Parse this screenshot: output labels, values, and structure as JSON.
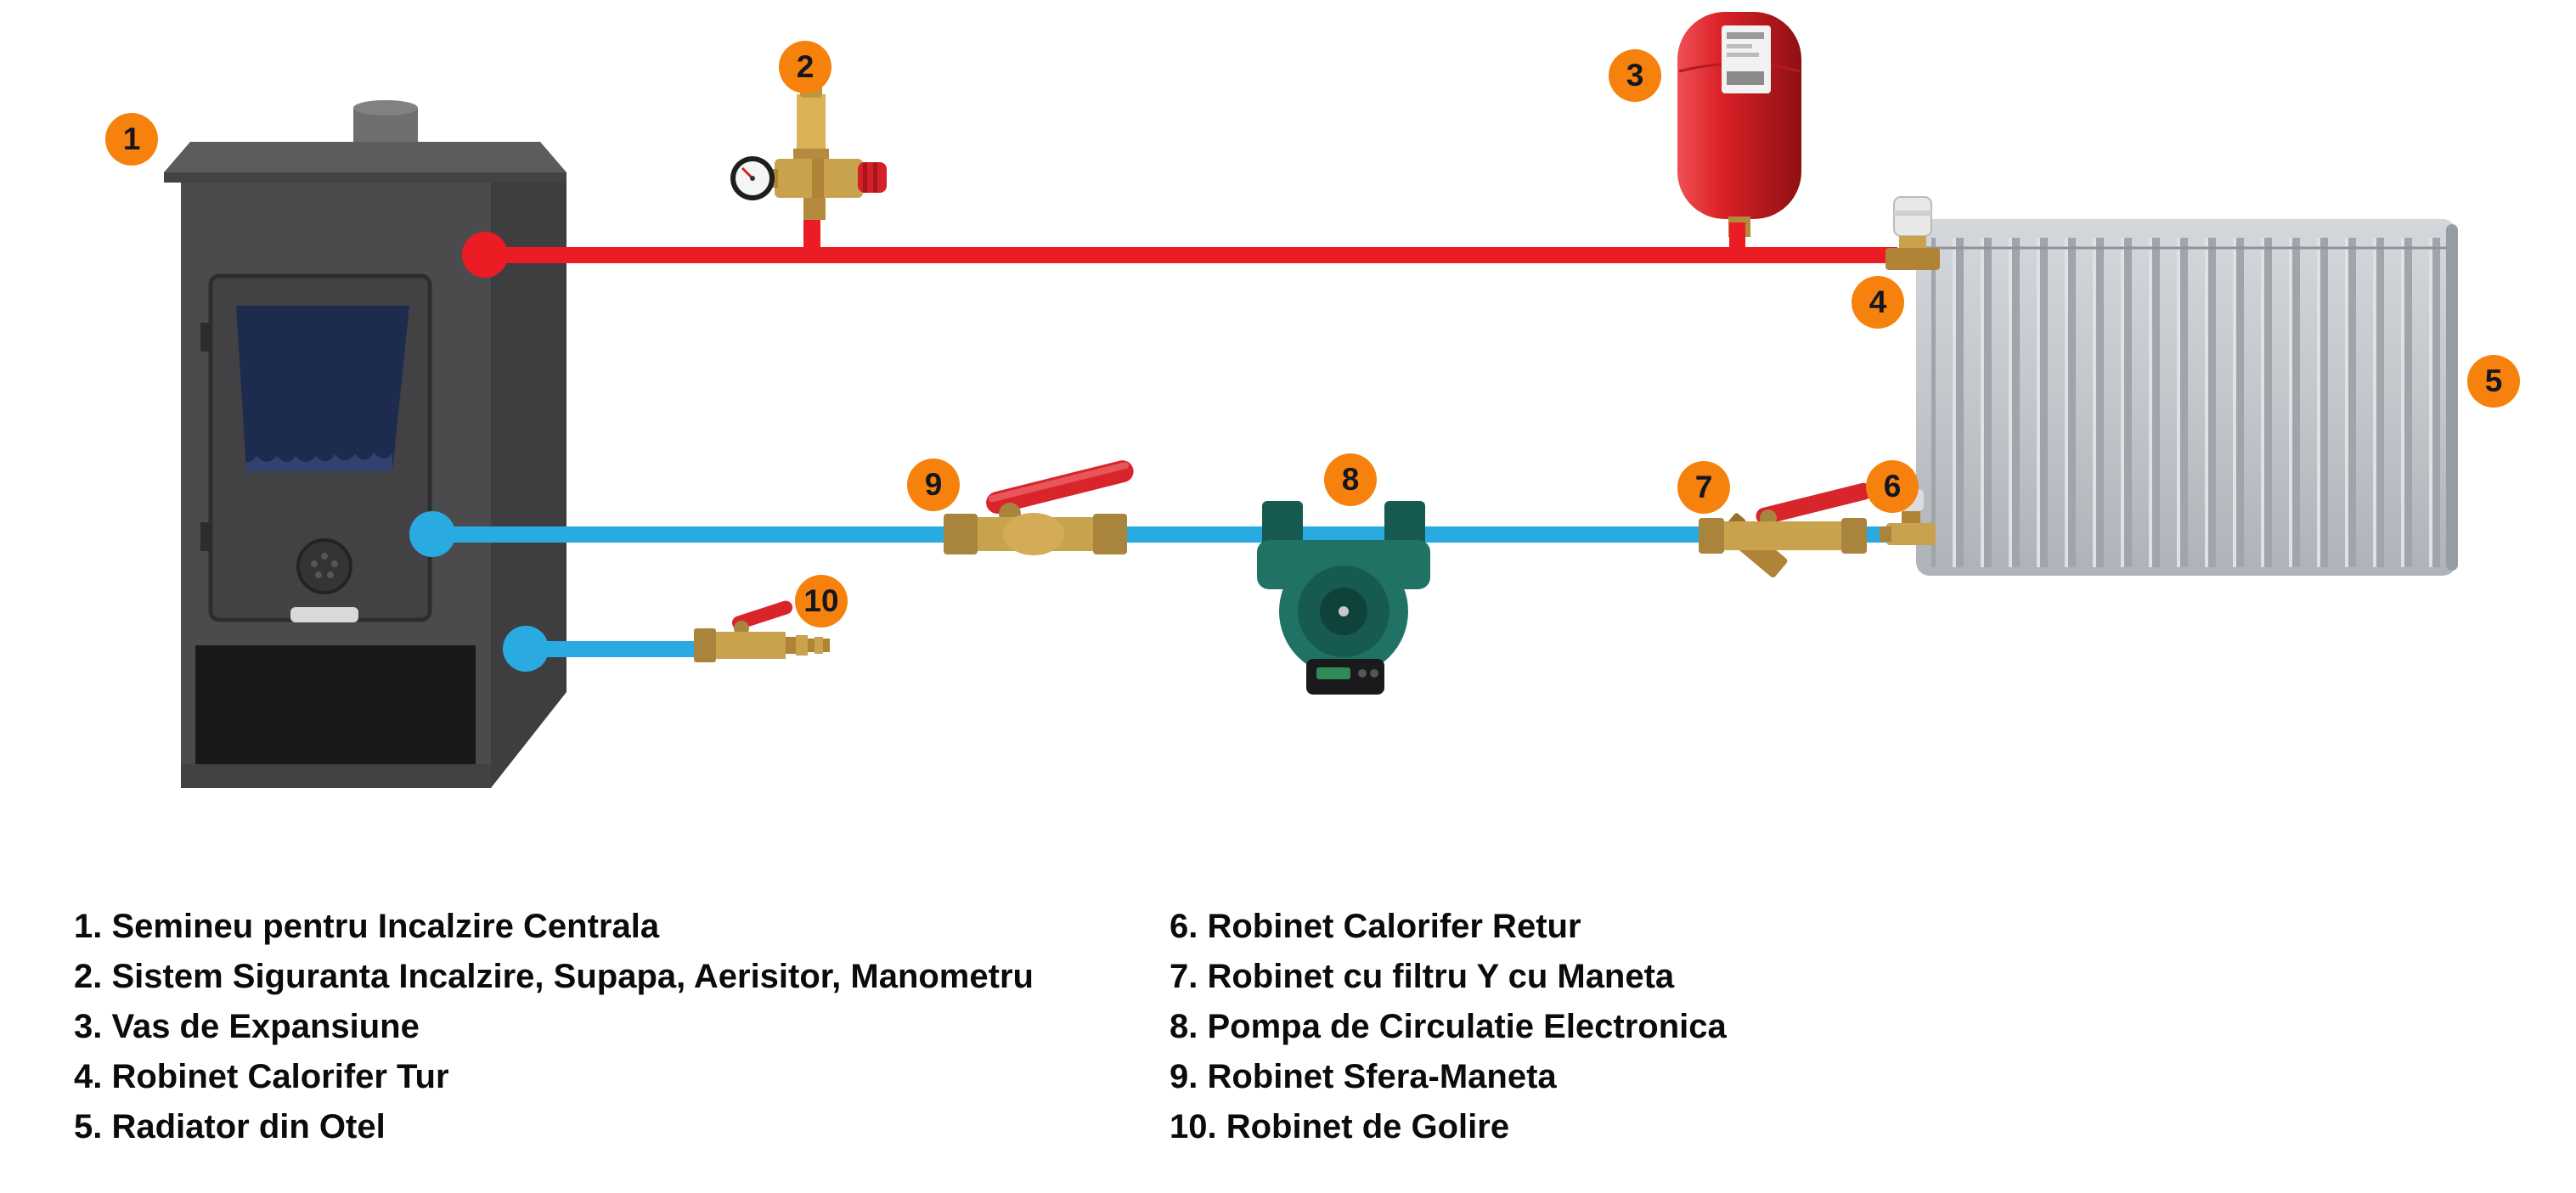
{
  "palette": {
    "badge_orange": "#F6820D",
    "hot_pipe_red": "#EC1C24",
    "cold_pipe_blue": "#29ABE2",
    "pump_green": "#1F7264",
    "brass": "#C9A24E",
    "vessel_red": "#D51F26",
    "stove_gray": "#4B4B4D",
    "radiator_gray": "#C8CCD1"
  },
  "badges": [
    "1",
    "2",
    "3",
    "4",
    "5",
    "6",
    "7",
    "8",
    "9",
    "10"
  ],
  "legend": {
    "left": [
      "1. Semineu pentru Incalzire Centrala",
      "2. Sistem Siguranta Incalzire, Supapa, Aerisitor, Manometru",
      "3. Vas de Expansiune",
      "4. Robinet Calorifer Tur",
      "5. Radiator din Otel"
    ],
    "right": [
      "6. Robinet Calorifer Retur",
      "7. Robinet cu filtru Y cu Maneta",
      "8. Pompa de Circulatie Electronica",
      "9. Robinet Sfera-Maneta",
      "10. Robinet de Golire"
    ]
  }
}
